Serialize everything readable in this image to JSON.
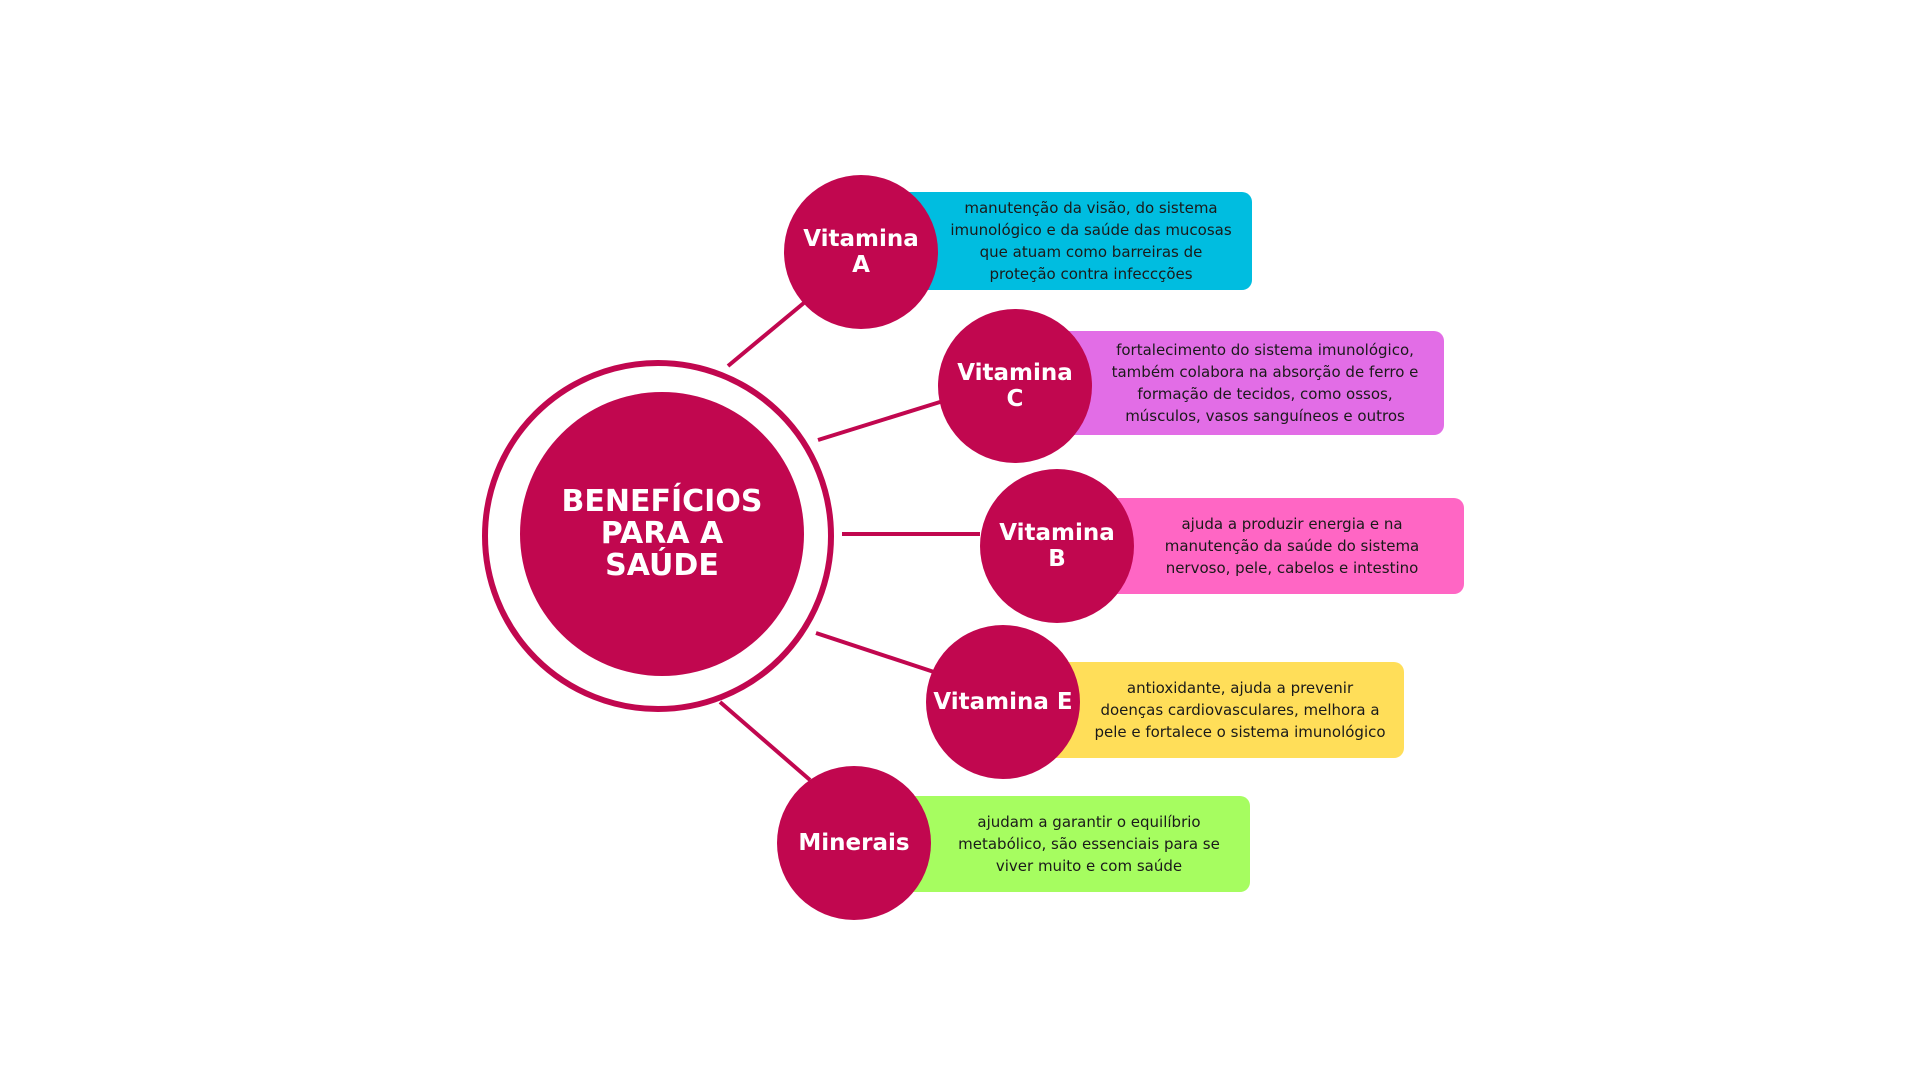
{
  "center": {
    "title": "BENEFÍCIOS PARA A SAÚDE"
  },
  "colors": {
    "primary": "#c1074f",
    "box_vitamina_a": "#00bde0",
    "box_vitamina_c": "#e26de6",
    "box_vitamina_b": "#ff66c4",
    "box_vitamina_e": "#ffde59",
    "box_minerais": "#a6fd60"
  },
  "nodes": [
    {
      "id": "vitamina-a",
      "label": "Vitamina A",
      "description": "manutenção da visão, do sistema imunológico e da saúde das mucosas que atuam como barreiras de proteção contra infeccções"
    },
    {
      "id": "vitamina-c",
      "label": "Vitamina C",
      "description": "fortalecimento do sistema imunológico, também colabora na absorção de ferro e formação de tecidos, como ossos, músculos, vasos sanguíneos e outros"
    },
    {
      "id": "vitamina-b",
      "label": "Vitamina B",
      "description": "ajuda a produzir energia e na manutenção da saúde do sistema nervoso, pele, cabelos e intestino"
    },
    {
      "id": "vitamina-e",
      "label": "Vitamina E",
      "description": "antioxidante, ajuda a prevenir doenças cardiovasculares, melhora a pele e fortalece o sistema imunológico"
    },
    {
      "id": "minerais",
      "label": "Minerais",
      "description": "ajudam a garantir o equilíbrio metabólico, são essenciais para se viver muito e com saúde"
    }
  ]
}
